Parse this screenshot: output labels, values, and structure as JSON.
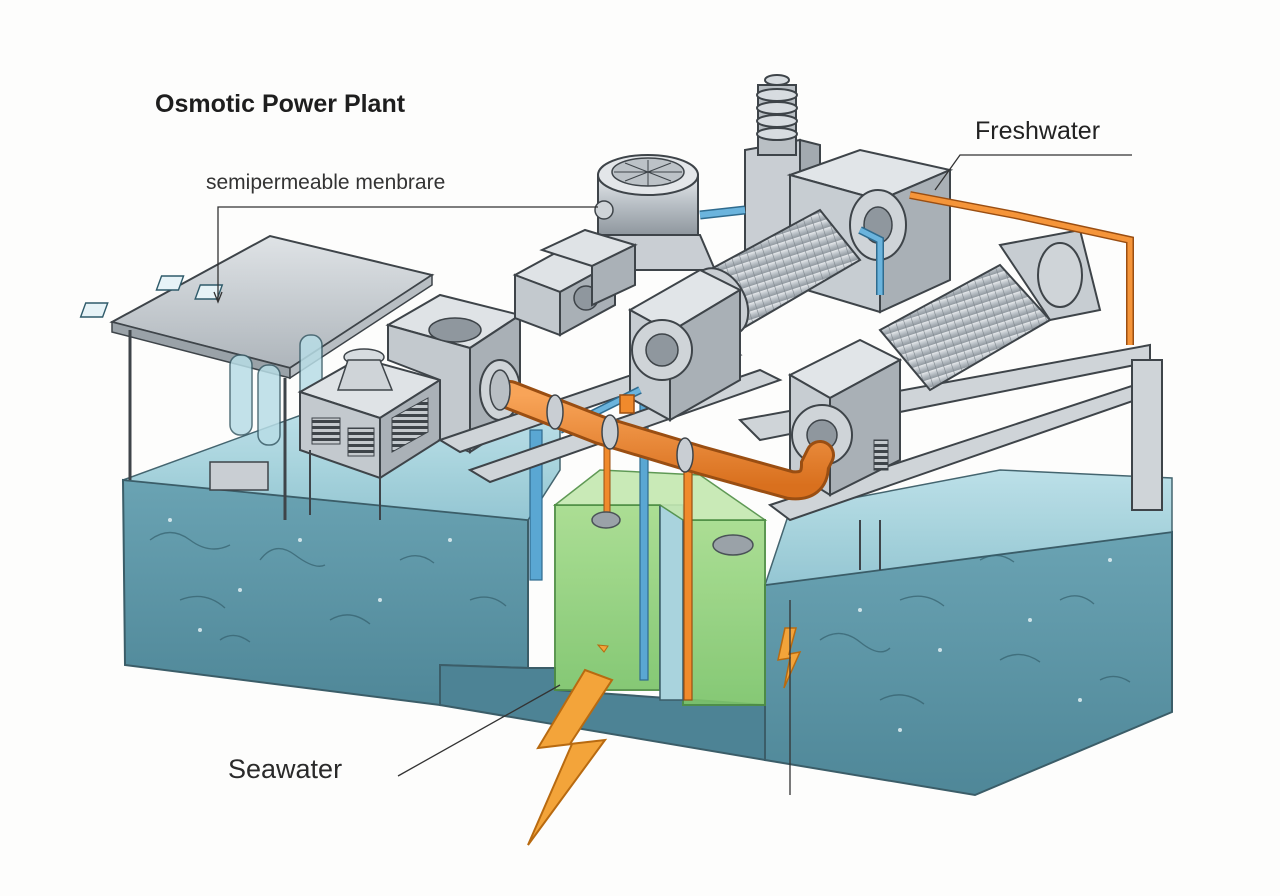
{
  "title": "Osmotic Power Plant",
  "labels": {
    "membrane": "semipermeable menbrare",
    "freshwater": "Freshwater",
    "seawater": "Seawater"
  },
  "colors": {
    "seawater": "#5f97a6",
    "seawater_light": "#a9d3dd",
    "membrane_chamber": "#8fd17a",
    "pipe_orange": "#f08a2c",
    "pipe_blue": "#5aa7d3",
    "steel": "#c9ced3",
    "lightning": "#f3a43a"
  }
}
